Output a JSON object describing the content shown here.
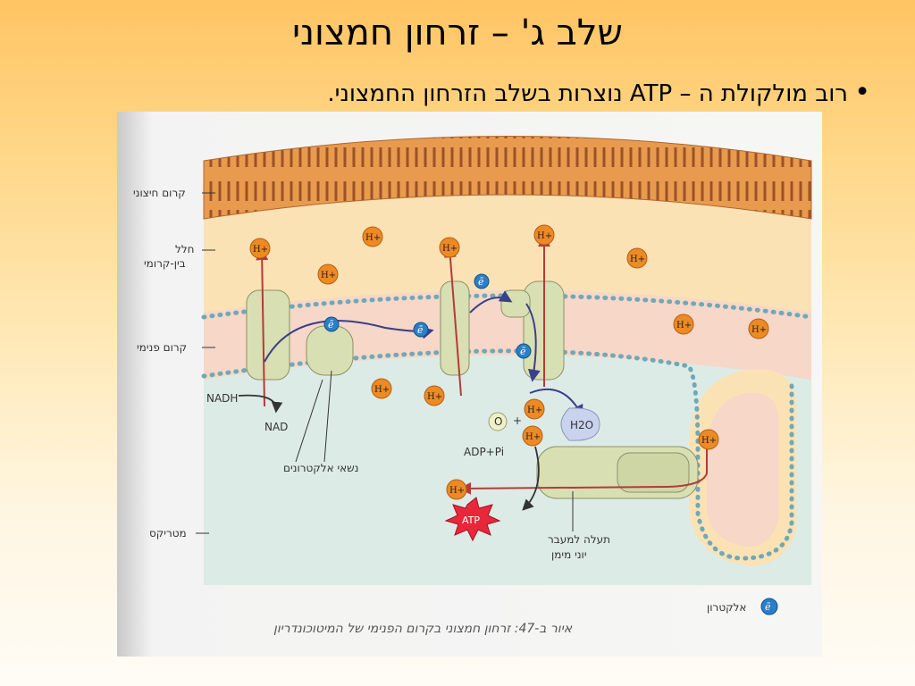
{
  "slide": {
    "title": "שלב ג' – זרחון חמצוני",
    "bullet": "רוב מולקולת ה – ATP נוצרות בשלב הזרחון החמצוני.",
    "bullet_marker": "•"
  },
  "figure": {
    "labels": {
      "outer_membrane": "קרום חיצוני",
      "intermembrane_1": "חלל",
      "intermembrane_2": "בין-קרומי",
      "inner_membrane": "קרום פנימי",
      "matrix": "מטריקס",
      "carriers": "נשאי אלקטרונים",
      "channel_1": "תעלה למעבר",
      "channel_2": "יוני מימן",
      "nadh": "NADH",
      "nad": "NAD",
      "adp_pi": "ADP+Pi",
      "atp": "ATP",
      "oxygen": "O",
      "plus": "+",
      "water": "H2O",
      "electron_legend": "אלקטרון",
      "caption": "איור ב-47: זרחון חמצוני בקרום הפנימי של המיטוכונדריון"
    },
    "symbols": {
      "proton": "H+",
      "electron": "ē"
    },
    "colors": {
      "outer_membrane": "#d9863f",
      "intermembrane_space": "#fbe2b5",
      "inner_membrane": "#f6d7c8",
      "matrix": "#dcebe6",
      "protein": "#d8dfb2",
      "proton": "#ee8a24",
      "electron": "#2b7fc6",
      "proton_arrow": "#b53a3a",
      "electron_arrow": "#3a3f8a",
      "atp_burst": "#e8283a"
    }
  }
}
